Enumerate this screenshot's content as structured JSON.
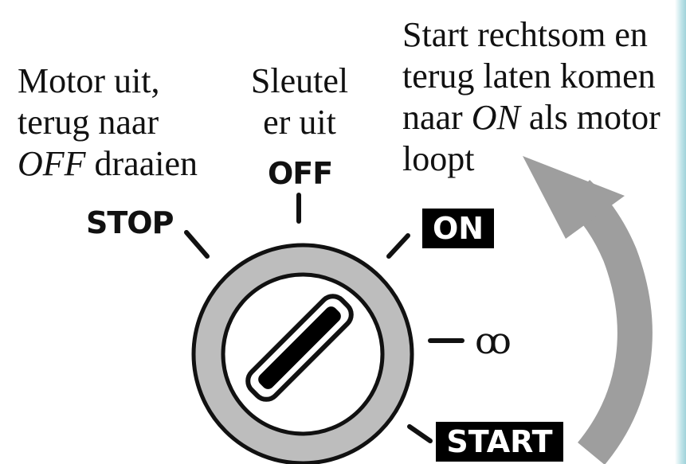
{
  "annotations": {
    "motor_off": {
      "line1": "Motor uit,",
      "line2": "terug naar",
      "line3_italic": "OFF",
      "line3_rest": " draaien"
    },
    "key_out": {
      "line1": "Sleutel",
      "line2": "er uit"
    },
    "start": {
      "line1": "Start rechtsom en",
      "line2": "terug laten komen",
      "line3_pre": "naar ",
      "line3_italic": "ON",
      "line3_post": " als motor",
      "line4": "loopt"
    }
  },
  "switch": {
    "positions": {
      "stop": "STOP",
      "off": "OFF",
      "on": "ON",
      "preheat_symbol": "ꝏ",
      "start": "START"
    }
  },
  "colors": {
    "ring": "#bdbdbd",
    "arrow": "#9e9e9e",
    "label_box": "#000000"
  }
}
